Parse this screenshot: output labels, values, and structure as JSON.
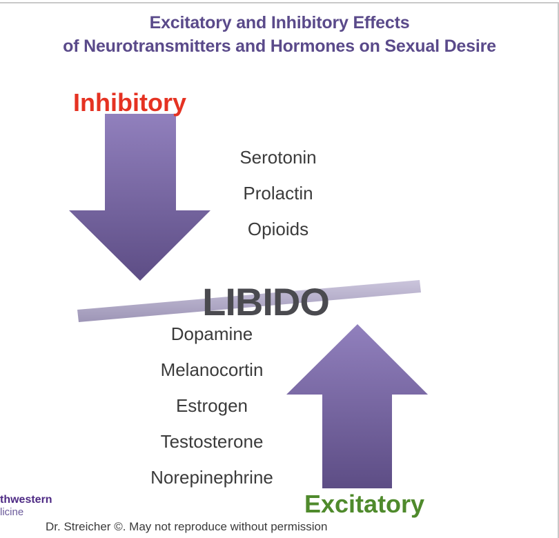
{
  "slide": {
    "title_line1": "Excitatory and Inhibitory Effects",
    "title_line2": "of Neurotransmitters and Hormones on Sexual Desire",
    "center_label": "LIBIDO",
    "inhibitory": {
      "label": "Inhibitory",
      "direction": "down",
      "color": "#e53222",
      "items": [
        "Serotonin",
        "Prolactin",
        "Opioids"
      ]
    },
    "excitatory": {
      "label": "Excitatory",
      "direction": "up",
      "color": "#4f8a2c",
      "items": [
        "Dopamine",
        "Melanocortin",
        "Estrogen",
        "Testosterone",
        "Norepinephrine"
      ]
    },
    "logo": {
      "line1": "thwestern",
      "line2": "licine"
    },
    "footer": "Dr. Streicher ©. May not reproduce without permission"
  },
  "colors": {
    "title": "#5a4a8a",
    "arrow_top": "#9180bd",
    "arrow_bottom": "#5d4d85",
    "balance_bar": "#b5aec9"
  }
}
